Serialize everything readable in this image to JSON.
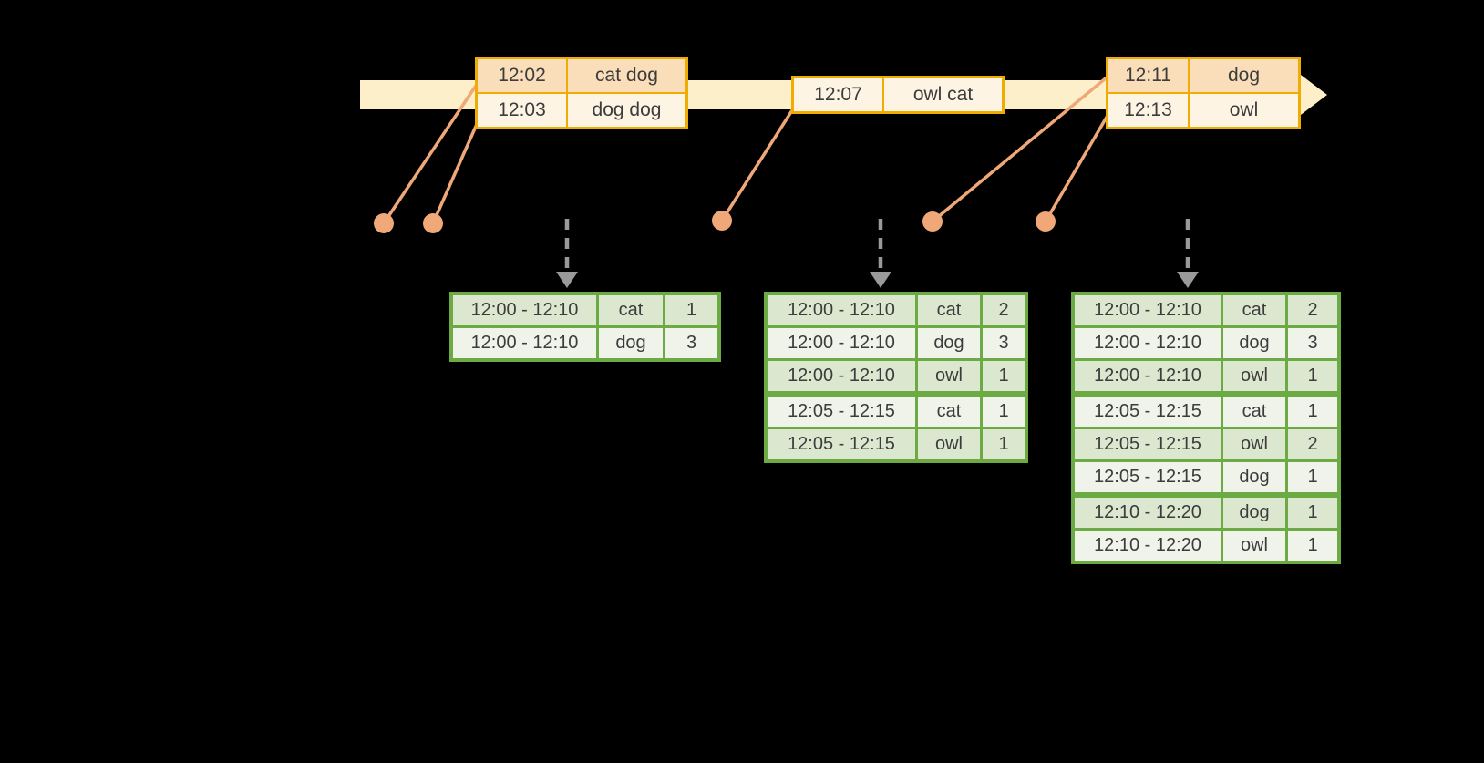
{
  "colors": {
    "background": "#000000",
    "timeline_fill": "#FCEFC9",
    "event_border": "#F0AC00",
    "event_row_peach": "#FADDB9",
    "event_row_cream": "#FDF4E4",
    "connector": "#F0A878",
    "result_border": "#6CAB44",
    "result_row_sage": "#DCE7D0",
    "result_row_pale": "#EFF3E9",
    "trigger_arrow": "#9A9A9A",
    "table_text": "#3C3C3C"
  },
  "event_batches": [
    {
      "rows": [
        {
          "time": "12:02",
          "words": "cat dog"
        },
        {
          "time": "12:03",
          "words": "dog dog"
        }
      ]
    },
    {
      "rows": [
        {
          "time": "12:07",
          "words": "owl cat"
        }
      ]
    },
    {
      "rows": [
        {
          "time": "12:11",
          "words": "dog"
        },
        {
          "time": "12:13",
          "words": "owl"
        }
      ]
    }
  ],
  "result_tables": [
    {
      "rows": [
        {
          "window": "12:00 - 12:10",
          "word": "cat",
          "count": "1"
        },
        {
          "window": "12:00 - 12:10",
          "word": "dog",
          "count": "3"
        }
      ],
      "group_starts": []
    },
    {
      "rows": [
        {
          "window": "12:00 - 12:10",
          "word": "cat",
          "count": "2"
        },
        {
          "window": "12:00 - 12:10",
          "word": "dog",
          "count": "3"
        },
        {
          "window": "12:00 - 12:10",
          "word": "owl",
          "count": "1"
        },
        {
          "window": "12:05 - 12:15",
          "word": "cat",
          "count": "1"
        },
        {
          "window": "12:05 - 12:15",
          "word": "owl",
          "count": "1"
        }
      ],
      "group_starts": [
        3
      ]
    },
    {
      "rows": [
        {
          "window": "12:00 - 12:10",
          "word": "cat",
          "count": "2"
        },
        {
          "window": "12:00 - 12:10",
          "word": "dog",
          "count": "3"
        },
        {
          "window": "12:00 - 12:10",
          "word": "owl",
          "count": "1"
        },
        {
          "window": "12:05 - 12:15",
          "word": "cat",
          "count": "1"
        },
        {
          "window": "12:05 - 12:15",
          "word": "owl",
          "count": "2"
        },
        {
          "window": "12:05 - 12:15",
          "word": "dog",
          "count": "1"
        },
        {
          "window": "12:10 - 12:20",
          "word": "dog",
          "count": "1"
        },
        {
          "window": "12:10 - 12:20",
          "word": "owl",
          "count": "1"
        }
      ],
      "group_starts": [
        3,
        6
      ]
    }
  ]
}
